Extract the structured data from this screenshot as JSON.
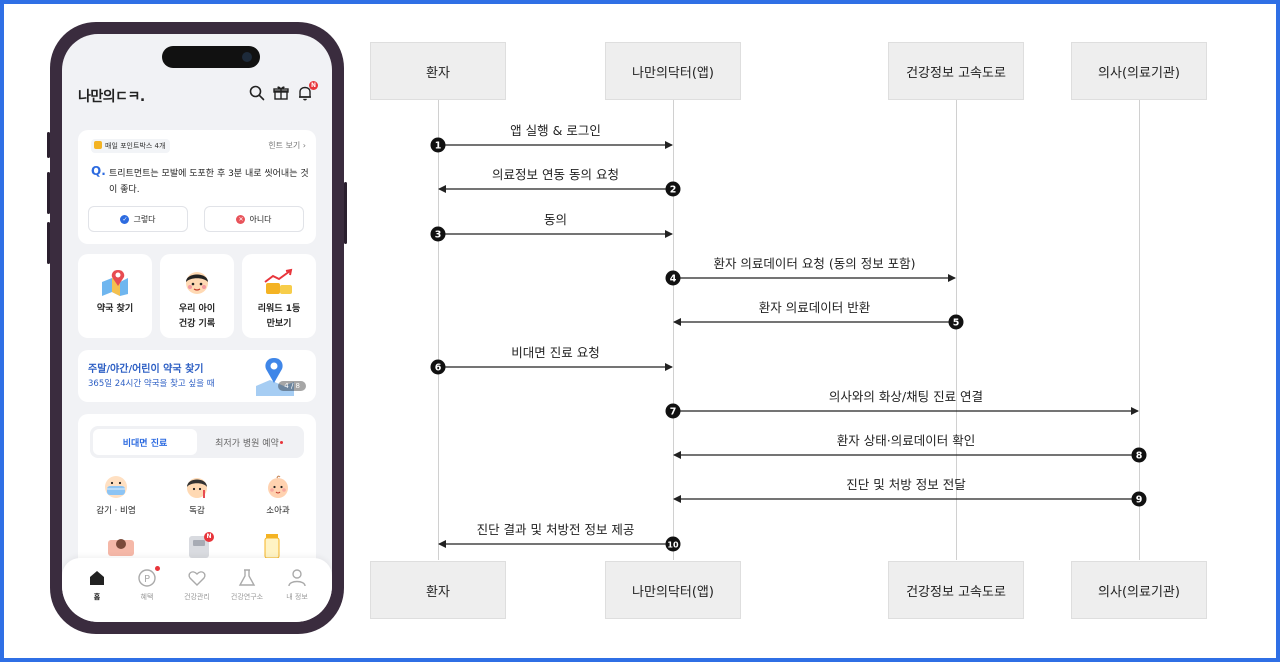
{
  "phone": {
    "app_logo": "나만의ㄷㅋ.",
    "notification_badge": "N",
    "quiz": {
      "badge": "매일 포인트박스 4개",
      "hint": "힌트 보기",
      "q_mark": "Q.",
      "question": "트리트먼트는 모발에 도포한 후 3분 내로 씻어내는 것이 좋다.",
      "yes_label": "그렇다",
      "no_label": "아니다"
    },
    "tiles": [
      {
        "label": "약국 찾기",
        "icon": "pharmacy-map-icon"
      },
      {
        "label": "우리 아이\n건강 기록",
        "icon": "child-icon"
      },
      {
        "label": "리워드 1등\n만보기",
        "icon": "reward-chart-icon"
      }
    ],
    "banner": {
      "title": "주말/야간/어린이 약국 찾기",
      "subtitle": "365일 24시간 약국을 찾고 싶을 때",
      "page": "4 / 8"
    },
    "care": {
      "tab_active": "비대면 진료",
      "tab_inactive": "최저가 병원 예약",
      "departments": [
        {
          "label": "감기 · 비염",
          "icon": "mask-icon"
        },
        {
          "label": "독감",
          "icon": "flu-icon"
        },
        {
          "label": "소아과",
          "icon": "baby-icon"
        }
      ],
      "more_badge": "N"
    },
    "tabbar": [
      {
        "label": "홈",
        "icon": "home-icon",
        "active": true
      },
      {
        "label": "혜택",
        "icon": "point-icon",
        "active": false
      },
      {
        "label": "건강관리",
        "icon": "heart-icon",
        "active": false
      },
      {
        "label": "건강연구소",
        "icon": "flask-icon",
        "active": false
      },
      {
        "label": "내 정보",
        "icon": "person-icon",
        "active": false
      }
    ]
  },
  "diagram": {
    "actors": [
      "환자",
      "나만의닥터(앱)",
      "건강정보 고속도로",
      "의사(의료기관)"
    ],
    "messages": [
      {
        "num": "1",
        "label": "앱 실행 & 로그인",
        "from": 0,
        "to": 1
      },
      {
        "num": "2",
        "label": "의료정보 연동 동의 요청",
        "from": 1,
        "to": 0
      },
      {
        "num": "3",
        "label": "동의",
        "from": 0,
        "to": 1
      },
      {
        "num": "4",
        "label": "환자 의료데이터 요청 (동의 정보 포함)",
        "from": 1,
        "to": 2
      },
      {
        "num": "5",
        "label": "환자 의료데이터 반환",
        "from": 2,
        "to": 1
      },
      {
        "num": "6",
        "label": "비대면 진료 요청",
        "from": 0,
        "to": 1
      },
      {
        "num": "7",
        "label": "의사와의 화상/채팅 진료 연결",
        "from": 1,
        "to": 3
      },
      {
        "num": "8",
        "label": "환자 상태·의료데이터 확인",
        "from": 3,
        "to": 1
      },
      {
        "num": "9",
        "label": "진단 및 처방 정보 전달",
        "from": 3,
        "to": 1
      },
      {
        "num": "10",
        "label": "진단 결과 및 처방전 정보 제공",
        "from": 1,
        "to": 0
      }
    ]
  },
  "colors": {
    "frame": "#2f6fe5",
    "accent": "#2d6be0",
    "phone_body": "#3a2c3e"
  }
}
